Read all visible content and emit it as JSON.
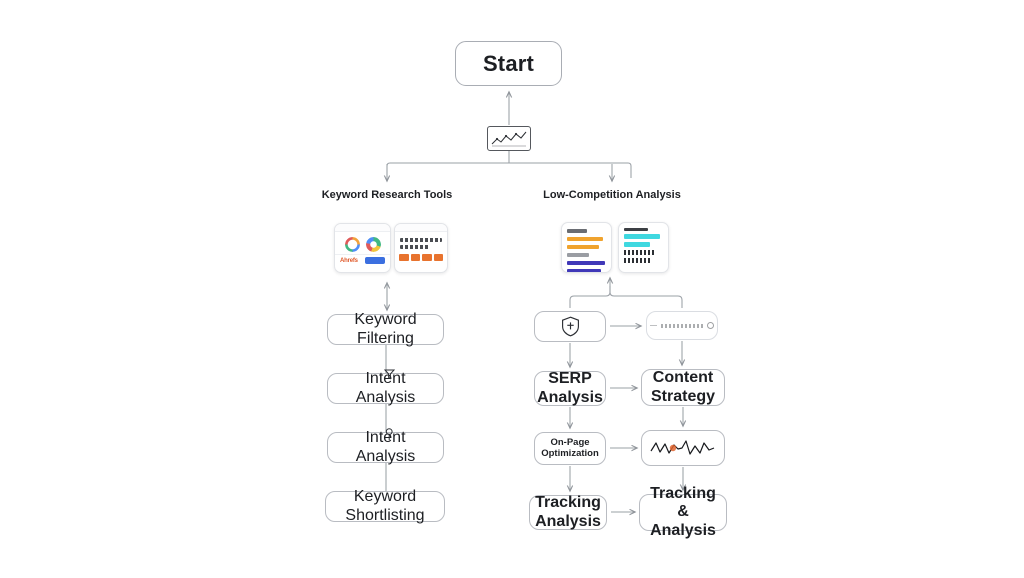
{
  "diagram": {
    "type": "flowchart",
    "background": "#ffffff",
    "start": {
      "label": "Start"
    },
    "root_visual": {
      "name": "chart-thumbnail-node",
      "description": "small scribbled line-chart node"
    },
    "branches": [
      {
        "label": "Keyword Research Tools"
      },
      {
        "label": "Low-Competition Analysis"
      }
    ],
    "left_column": {
      "thumbnails": [
        {
          "name": "ahrefs-card",
          "brand": "Ahrefs",
          "accent": "#e05a2b",
          "button_color": "#3b6fe0"
        },
        {
          "name": "scribble-orange-card",
          "accent": "#e8732e"
        }
      ],
      "nodes": [
        {
          "label": "Keyword Filtering",
          "icon": ""
        },
        {
          "label": "Intent Analysis",
          "icon": "funnel-icon"
        },
        {
          "label": "Intent Analysis",
          "icon": "magnifier-icon"
        },
        {
          "label": "Keyword Shortlisting",
          "icon": ""
        }
      ]
    },
    "right_column": {
      "thumbnails": [
        {
          "name": "bar-chart-card",
          "accents": [
            "#6a6d73",
            "#f0a32e",
            "#4038b8"
          ]
        },
        {
          "name": "cyan-highlight-card",
          "accent": "#3fd8e0"
        }
      ],
      "nodes": [
        {
          "label": "",
          "icon": "shield-check-icon"
        },
        {
          "label": "",
          "icon": "circle-icon",
          "note": "faint illegible text"
        },
        {
          "label": "SERP\nAnalysis",
          "line1": "SERP",
          "line2": "Analysis"
        },
        {
          "label": "Content\nStrategy",
          "line1": "Content",
          "line2": "Strategy"
        },
        {
          "label": "On-Page\nOptimization",
          "line1": "On-Page",
          "line2": "Optimization"
        },
        {
          "label": "",
          "icon": "sparkline-icon",
          "marker_color": "#e0642e"
        },
        {
          "label": "Tracking\nAnalysis",
          "line1": "Tracking",
          "line2": "Analysis"
        },
        {
          "label": "Tracking &\nAnalysis",
          "line1": "Tracking &",
          "line2": "Analysis"
        }
      ]
    },
    "colors": {
      "node_border": "#b9bcc2",
      "wire": "#9aa0a6",
      "text": "#1d1f23"
    }
  }
}
